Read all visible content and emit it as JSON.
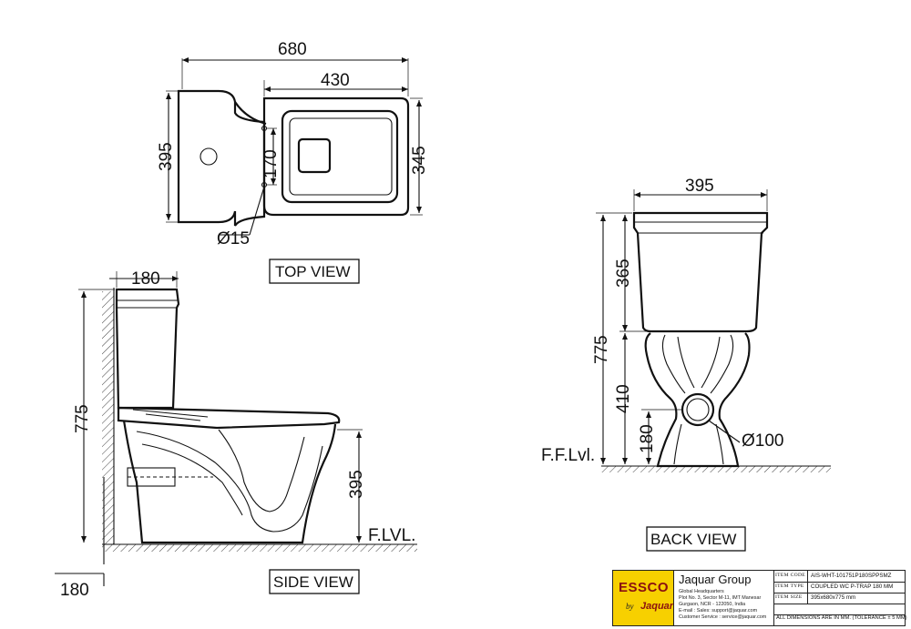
{
  "views": {
    "top": "TOP VIEW",
    "side": "SIDE VIEW",
    "back": "BACK VIEW"
  },
  "top_view_dims": {
    "overall_length": "680",
    "seat_length": "430",
    "tank_depth": "395",
    "hole_spacing": "170",
    "seat_width": "345",
    "hole_diameter": "Ø15"
  },
  "side_view_dims": {
    "tank_depth": "180",
    "total_height": "775",
    "outlet_height": "395",
    "outlet_wall": "180",
    "floor_label": "F.LVL."
  },
  "back_view_dims": {
    "tank_width": "395",
    "total_height": "775",
    "tank_height": "365",
    "bowl_height": "410",
    "outlet_height": "180",
    "outlet_diameter": "Ø100",
    "floor_label": "F.F.Lvl."
  },
  "title_block": {
    "brand": "ESSCO",
    "by": "by",
    "sub_brand": "Jaquar",
    "company": "Jaquar Group",
    "address_lines": [
      "Global Headquarters",
      "Plot No. 3, Sector M-11, IMT Manesar",
      "Gurgaon, NCR - 122050, India",
      "E-mail : Sales: support@jaquar.com",
      "Customer Service : service@jaquar.com"
    ],
    "rows": [
      {
        "key": "ITEM CODE",
        "value": "AIS-WHT-101751P180SPPSMZ"
      },
      {
        "key": "ITEM TYPE",
        "value": "COUPLED WC P-TRAP 180 MM"
      },
      {
        "key": "ITEM SIZE",
        "value": "395x680x775  mm"
      }
    ],
    "note": "ALL DIMENSIONS ARE IN MM. (TOLERANCE ± 5 MM)"
  }
}
